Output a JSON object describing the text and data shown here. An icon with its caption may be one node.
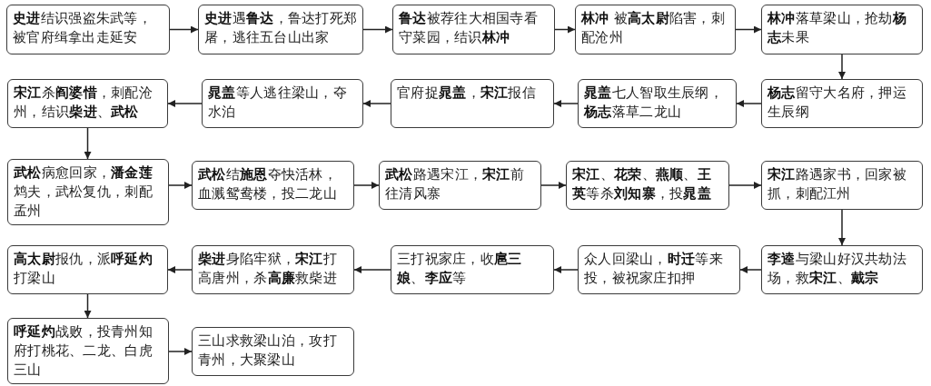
{
  "diagram": {
    "nodes": [
      {
        "text": [
          "**史进**结识强盗朱武等，被官府缉拿出走延安"
        ]
      },
      {
        "text": [
          "**史进**遇**鲁达**，鲁达打死郑屠，逃往五台山出家"
        ]
      },
      {
        "text": [
          "**鲁达**被荐往大相国寺看守菜园，结识**林冲**"
        ]
      },
      {
        "text": [
          "**林冲** 被**高太尉**陷害，刺配沧州"
        ]
      },
      {
        "text": [
          "**林冲**落草梁山，抢劫**杨志**未果"
        ]
      },
      {
        "text": [
          "**杨志**留守大名府，押运生辰纲"
        ]
      },
      {
        "text": [
          "**晁盖**七人智取生辰纲，**杨志**落草二龙山"
        ]
      },
      {
        "text": [
          "官府捉**晁盖**，**宋江**报信"
        ]
      },
      {
        "text": [
          "**晁盖**等人逃往梁山，夺水泊"
        ]
      },
      {
        "text": [
          "**宋江**杀**阎婆惜**，刺配沧州，结识**柴进**、**武松**"
        ]
      },
      {
        "text": [
          "**武松**病愈回家，**潘金莲**鸩夫，武松复仇，刺配孟州"
        ]
      },
      {
        "text": [
          "**武松**结**施恩**夺快活林，血溅鸳鸯楼，投二龙山"
        ]
      },
      {
        "text": [
          "**武松**路遇宋江，**宋江**前往清风寨"
        ]
      },
      {
        "text": [
          "**宋江**、**花荣**、**燕顺**、**王英**等杀**刘知寨**，投**晁盖**"
        ]
      },
      {
        "text": [
          "**宋江**路遇家书，回家被抓，刺配江州"
        ]
      },
      {
        "text": [
          "**李逵**与梁山好汉共劫法场，救**宋江**、**戴宗**"
        ]
      },
      {
        "text": [
          "众人回梁山，**时迁**等来投，被祝家庄扣押"
        ]
      },
      {
        "text": [
          "三打祝家庄，收**扈三娘**、**李应**等"
        ]
      },
      {
        "text": [
          "**柴进**身陷牢狱，**宋江**打高唐州，杀**高廉**救柴进"
        ]
      },
      {
        "text": [
          "**高太尉**报仇，派**呼延灼**打梁山"
        ]
      },
      {
        "text": [
          "**呼延灼**战败，投青州知府打桃花、二龙、白虎三山"
        ]
      },
      {
        "text": [
          "三山求救梁山泊，攻打青州，大聚梁山"
        ]
      }
    ],
    "edges": [
      {
        "from": 0,
        "to": 1,
        "arrow": "to"
      },
      {
        "from": 1,
        "to": 2,
        "arrow": "to"
      },
      {
        "from": 2,
        "to": 3,
        "arrow": "to"
      },
      {
        "from": 3,
        "to": 4,
        "arrow": "to"
      },
      {
        "from": 4,
        "to": 5,
        "arrow": "to"
      },
      {
        "from": 5,
        "to": 6,
        "arrow": "to"
      },
      {
        "from": 6,
        "to": 7,
        "arrow": "to"
      },
      {
        "from": 7,
        "to": 8,
        "arrow": "to"
      },
      {
        "from": 8,
        "to": 9,
        "arrow": "to"
      },
      {
        "from": 9,
        "to": 10,
        "arrow": "to"
      },
      {
        "from": 10,
        "to": 11,
        "arrow": "to"
      },
      {
        "from": 11,
        "to": 12,
        "arrow": "to"
      },
      {
        "from": 12,
        "to": 13,
        "arrow": "to"
      },
      {
        "from": 13,
        "to": 14,
        "arrow": "to"
      },
      {
        "from": 14,
        "to": 15,
        "arrow": "to"
      },
      {
        "from": 15,
        "to": 16,
        "arrow": "to"
      },
      {
        "from": 16,
        "to": 17,
        "arrow": "to"
      },
      {
        "from": 17,
        "to": 18,
        "arrow": "to"
      },
      {
        "from": 18,
        "to": 19,
        "arrow": "to"
      },
      {
        "from": 19,
        "to": 20,
        "arrow": "to"
      },
      {
        "from": 20,
        "to": 21,
        "arrow": "to"
      }
    ]
  }
}
